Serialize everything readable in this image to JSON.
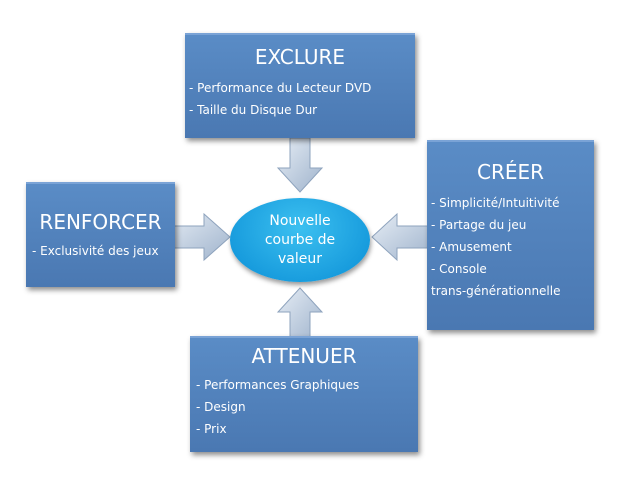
{
  "center": {
    "line1": "Nouvelle",
    "line2": "courbe de",
    "line3": "valeur"
  },
  "exclure": {
    "title": "EXCLURE",
    "items": [
      "- Performance  du Lecteur DVD",
      "- Taille du Disque Dur"
    ]
  },
  "creer": {
    "title": "CRÉER",
    "items": [
      "- Simplicité/Intuitivité",
      "- Partage du jeu",
      "- Amusement",
      "- Console",
      "trans-générationnelle"
    ]
  },
  "renforcer": {
    "title": "RENFORCER",
    "items": [
      "- Exclusivité des jeux"
    ]
  },
  "attenuer": {
    "title": "ATTENUER",
    "items": [
      "- Performances Graphiques",
      "- Design",
      "- Prix"
    ]
  },
  "colors": {
    "box": "#4f81bd",
    "center": "#1aa3e6",
    "arrow": "#b8c8dc"
  }
}
